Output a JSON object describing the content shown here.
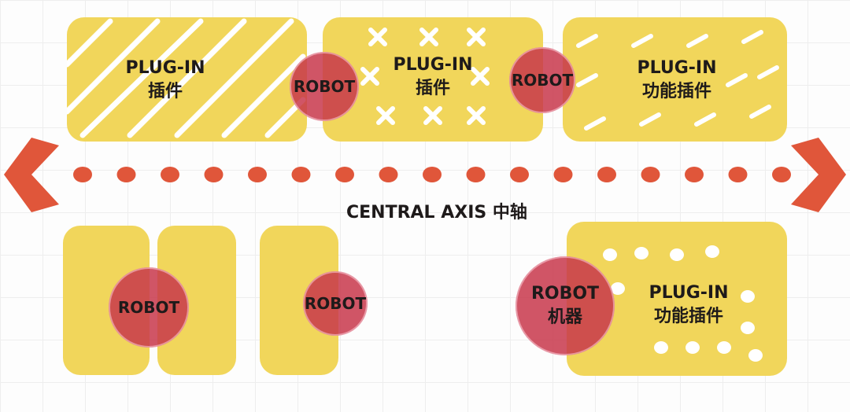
{
  "top_row": [
    {
      "plugin": "PLUG-IN",
      "sub": "插件",
      "pattern": "stripes"
    },
    {
      "plugin": "PLUG-IN",
      "sub": "插件",
      "pattern": "crosses"
    },
    {
      "plugin": "PLUG-IN",
      "sub": "功能插件",
      "pattern": "dashes"
    }
  ],
  "top_robots": [
    "ROBOT",
    "ROBOT"
  ],
  "axis": {
    "label": "CENTRAL AXIS 中轴"
  },
  "bottom_robots": [
    "ROBOT",
    "ROBOT"
  ],
  "bottom_right": {
    "robot": "ROBOT",
    "robot_sub": "机器",
    "plugin": "PLUG-IN",
    "sub": "功能插件",
    "pattern": "dots"
  },
  "colors": {
    "yellow": "#f1d65b",
    "robot": "#c8374b",
    "axis": "#e0563a"
  }
}
